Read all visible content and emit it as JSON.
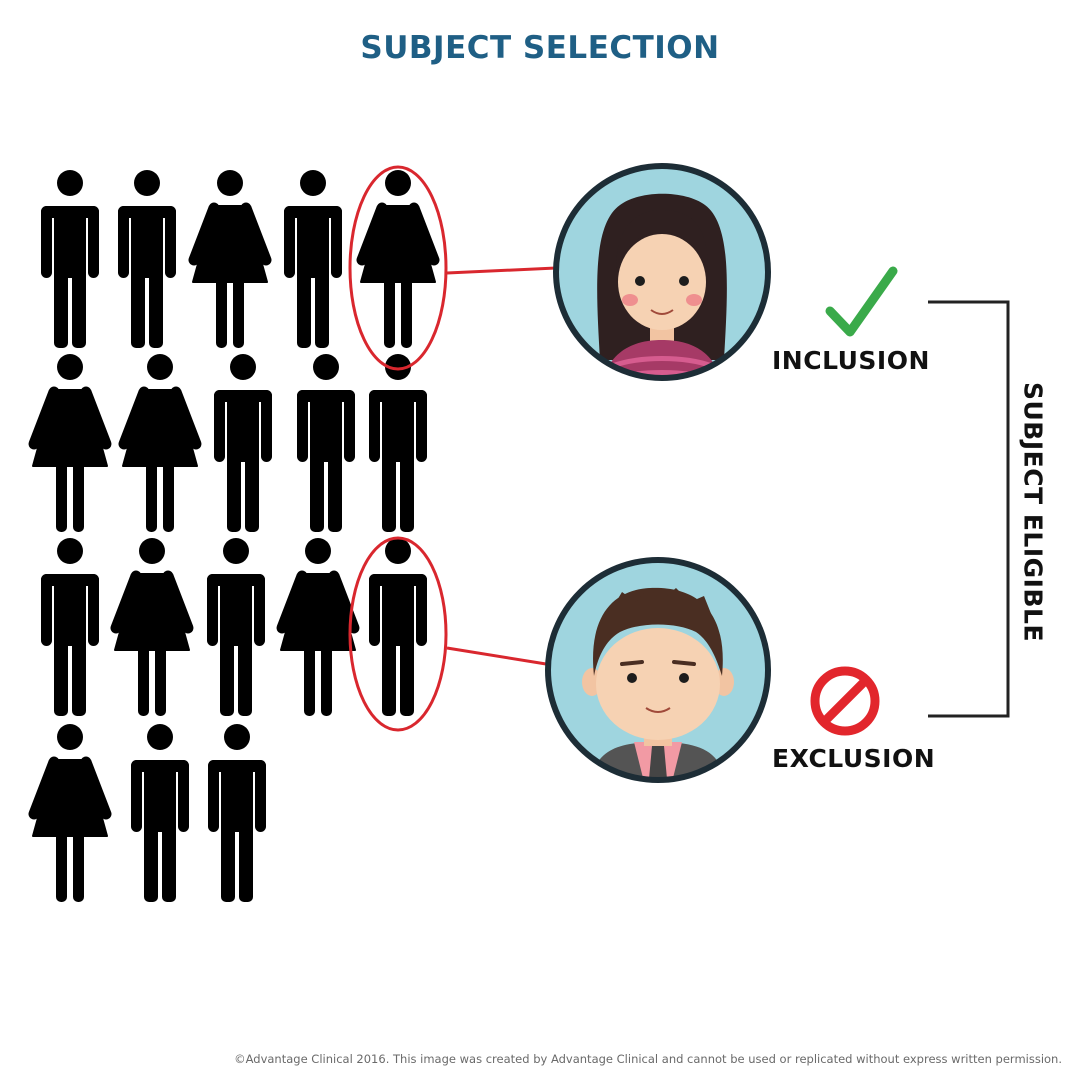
{
  "title": "SUBJECT SELECTION",
  "crowd": {
    "rows": [
      [
        "male",
        "male",
        "female",
        "male",
        "female"
      ],
      [
        "female",
        "female",
        "male",
        "male",
        "male"
      ],
      [
        "male",
        "female",
        "male",
        "female",
        "male"
      ],
      [
        "female",
        "male",
        "male"
      ]
    ]
  },
  "outcomes": {
    "inclusion_label": "INCLUSION",
    "exclusion_label": "EXCLUSION",
    "bracket_label": "SUBJECT ELIGIBLE"
  },
  "icons": {
    "inclusion": "checkmark-icon",
    "exclusion": "prohibition-icon"
  },
  "colors": {
    "title": "#1f5f85",
    "highlight": "#d9272e",
    "check": "#3aaa4a",
    "prohibit": "#e2262c",
    "avatar_bg": "#9fd5df",
    "avatar_ring": "#1d2d36",
    "figure": "#000000"
  },
  "copyright": "©Advantage Clinical 2016. This image was created by Advantage Clinical and cannot be used or replicated without express written permission."
}
